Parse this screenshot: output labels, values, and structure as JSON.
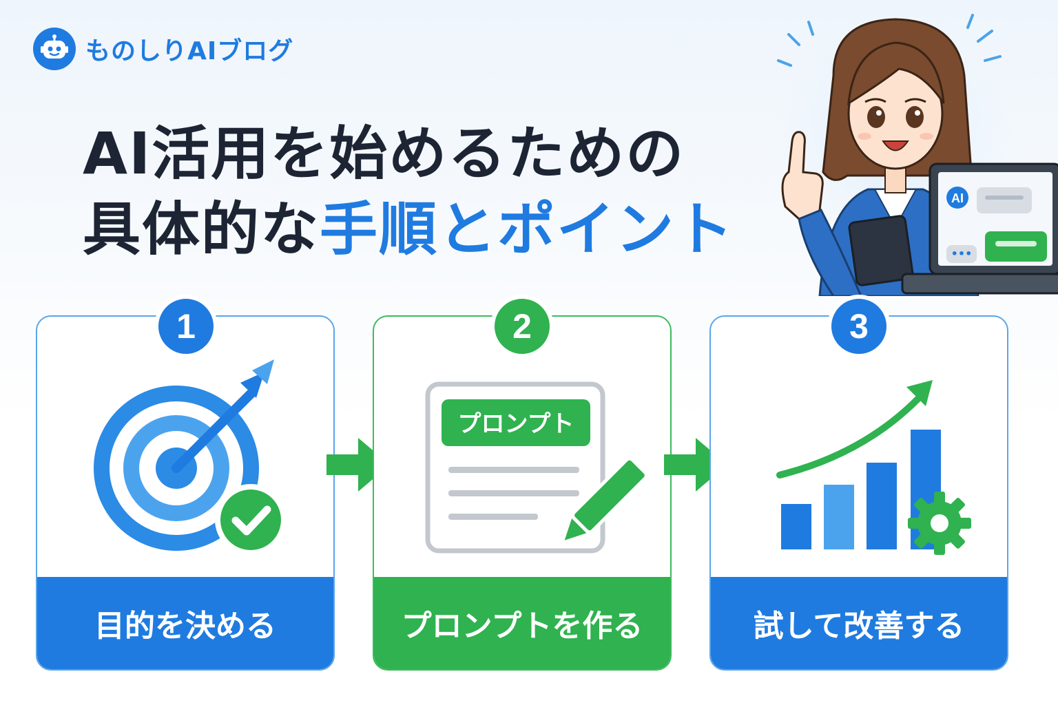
{
  "brand": {
    "name": "ものしりAIブログ",
    "logo_icon": "robot-icon"
  },
  "headline": {
    "line1": "AI活用を始めるための",
    "line2_plain": "具体的な",
    "line2_accent": "手順とポイント"
  },
  "illustration": {
    "laptop_badge": "AI",
    "typing_dots": "•••"
  },
  "steps": [
    {
      "number": "1",
      "label": "目的を決める",
      "icon": "target-check-icon",
      "color": "#1f7be0"
    },
    {
      "number": "2",
      "label": "プロンプトを作る",
      "icon": "prompt-document-icon",
      "tag": "プロンプト",
      "color": "#2fb24f"
    },
    {
      "number": "3",
      "label": "試して改善する",
      "icon": "growth-chart-icon",
      "color": "#1f7be0"
    }
  ],
  "colors": {
    "blue": "#1f7be0",
    "green": "#2fb24f",
    "text": "#1d2433"
  }
}
